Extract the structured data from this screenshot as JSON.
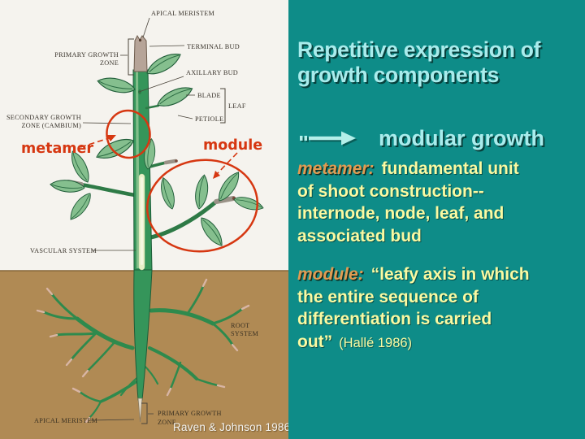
{
  "left": {
    "labels": {
      "apical_meristem_top": "APICAL MERISTEM",
      "terminal_bud": "TERMINAL BUD",
      "primary_growth_zone_top_1": "PRIMARY GROWTH",
      "primary_growth_zone_top_2": "ZONE",
      "axillary_bud": "AXILLARY BUD",
      "blade": "BLADE",
      "leaf": "LEAF",
      "petiole": "PETIOLE",
      "secondary_growth_zone_1": "SECONDARY GROWTH",
      "secondary_growth_zone_2": "ZONE (CAMBIUM)",
      "vascular_system": "VASCULAR SYSTEM",
      "root_system_1": "ROOT",
      "root_system_2": "SYSTEM",
      "apical_meristem_bottom": "APICAL MERISTEM",
      "primary_growth_zone_bottom_1": "PRIMARY GROWTH",
      "primary_growth_zone_bottom_2": "ZONE"
    },
    "annotations": {
      "metamer": "metamer",
      "module": "module"
    },
    "caption": "Raven & Johnson 1986",
    "colors": {
      "paper": "#f5f3ee",
      "soil": "#b08a54",
      "plant_green": "#35955a",
      "annotation_red": "#d63711"
    }
  },
  "right": {
    "title_line1": "Repetitive expression of",
    "title_line2": "growth components",
    "bullet_label": "modular growth",
    "metamer": {
      "term": "metamer:",
      "line1": "fundamental unit",
      "line2": "of shoot construction--",
      "line3": "internode, node, leaf, and",
      "line4": "associated bud"
    },
    "module": {
      "term": "module:",
      "line1": "“leafy axis in which",
      "line2": "the entire sequence of",
      "line3": "differentiation is carried",
      "line4": "out”",
      "citation": "(Hallé 1986)"
    },
    "colors": {
      "background": "#0e8c88",
      "title_cyan": "#a9ecec",
      "body_yellow": "#fafaa2",
      "term_orange": "#e09b52"
    }
  }
}
